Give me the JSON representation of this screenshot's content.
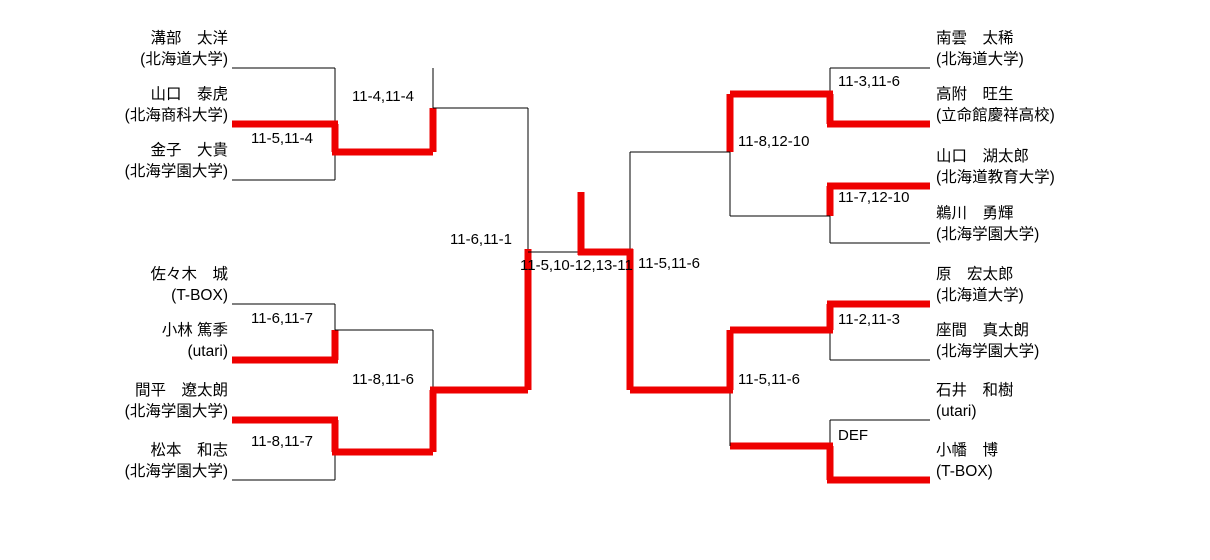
{
  "tournament": {
    "type": "single-elimination-bracket",
    "orientation": "center-converging",
    "winner_path_color": "#ee0000",
    "line_color": "#000000",
    "rounds_per_side": 3,
    "total_players": 16
  },
  "players": {
    "left": [
      {
        "name": "溝部　太洋",
        "affiliation": "(北海道大学)",
        "winner": false
      },
      {
        "name": "山口　泰虎",
        "affiliation": "(北海商科大学)",
        "winner": true
      },
      {
        "name": "金子　大貴",
        "affiliation": "(北海学園大学)",
        "winner": false
      },
      {
        "name": "佐々木　城",
        "affiliation": "(T-BOX)",
        "winner": false
      },
      {
        "name": "小林 篤季",
        "affiliation": "(utari)",
        "winner": true
      },
      {
        "name": "間平　遼太朗",
        "affiliation": "(北海学園大学)",
        "winner": true
      },
      {
        "name": "松本　和志",
        "affiliation": "(北海学園大学)",
        "winner": false
      }
    ],
    "right": [
      {
        "name": "南雲　太稀",
        "affiliation": "(北海道大学)",
        "winner": false
      },
      {
        "name": "高附　旺生",
        "affiliation": "(立命館慶祥高校)",
        "winner": true
      },
      {
        "name": "山口　湖太郎",
        "affiliation": "(北海道教育大学)",
        "winner": true
      },
      {
        "name": "鵜川　勇輝",
        "affiliation": "(北海学園大学)",
        "winner": false
      },
      {
        "name": "原　宏太郎",
        "affiliation": "(北海道大学)",
        "winner": true
      },
      {
        "name": "座間　真太朗",
        "affiliation": "(北海学園大学)",
        "winner": false
      },
      {
        "name": "石井　和樹",
        "affiliation": "(utari)",
        "winner": false
      },
      {
        "name": "小幡　博",
        "affiliation": "(T-BOX)",
        "winner": true
      }
    ]
  },
  "scores": {
    "left_r1_top": "11-5,11-4",
    "left_r2_top": "11-4,11-4",
    "left_r1_bottom_upper": "11-6,11-7",
    "left_r1_bottom_lower": "11-8,11-7",
    "left_r2_bottom": "11-8,11-6",
    "left_semifinal": "11-6,11-1",
    "final": "11-5,10-12,13-11",
    "right_semifinal": "11-5,11-6",
    "right_r2_top": "11-8,12-10",
    "right_r1_top_upper": "11-3,11-6",
    "right_r1_top_lower": "11-7,12-10",
    "right_r2_bottom": "11-5,11-6",
    "right_r1_bottom_upper": "11-2,11-3",
    "right_r1_bottom_lower": "DEF"
  }
}
